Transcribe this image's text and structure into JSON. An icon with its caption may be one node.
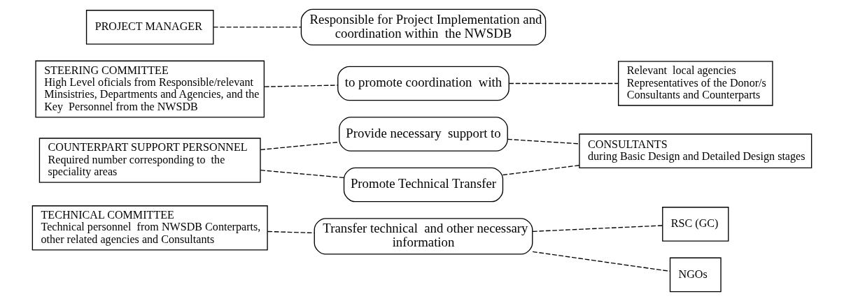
{
  "diagram": {
    "nodes": [
      {
        "text": [
          "PROJECT MANAGER"
        ]
      },
      {
        "text": [
          "Responsible for Project Implementation and coordination within  the NWSDB"
        ]
      },
      {
        "text": [
          "STEERING COMMITTEE",
          "High Level oficials from Responsible/relevant Minsistries, Departments and Agencies, and the Key  Personnel from the NWSDB"
        ]
      },
      {
        "text": [
          "to promote coordination  with"
        ]
      },
      {
        "text": [
          "Relevant  local agencies",
          "Representatives of the Donor/s",
          "Consultants and Counterparts"
        ]
      },
      {
        "text": [
          "COUNTERPART SUPPORT PERSONNEL",
          "Required number corresponding to  the speciality areas"
        ]
      },
      {
        "text": [
          "Provide necessary  support to"
        ]
      },
      {
        "text": [
          "Promote Technical Transfer"
        ]
      },
      {
        "text": [
          "CONSULTANTS",
          "during Basic Design and Detailed Design stages"
        ]
      },
      {
        "text": [
          "TECHNICAL COMMITTEE",
          "Technical personnel  from NWSDB Conterparts, other related agencies and Consultants"
        ]
      },
      {
        "text": [
          "Transfer technical  and other necessary information"
        ]
      },
      {
        "text": [
          "RSC (GC)"
        ]
      },
      {
        "text": [
          "NGOs"
        ]
      }
    ],
    "edges": [
      {
        "from": 0,
        "to": 1,
        "arrow": "none",
        "style": "dashed"
      },
      {
        "from": 2,
        "to": 3,
        "arrow": "none",
        "style": "dashed"
      },
      {
        "from": 3,
        "to": 4,
        "arrow": "none",
        "style": "dashed"
      },
      {
        "from": 5,
        "to": 6,
        "arrow": "none",
        "style": "dashed"
      },
      {
        "from": 5,
        "to": 7,
        "arrow": "none",
        "style": "dashed"
      },
      {
        "from": 6,
        "to": 8,
        "arrow": "none",
        "style": "dashed"
      },
      {
        "from": 7,
        "to": 8,
        "arrow": "none",
        "style": "dashed"
      },
      {
        "from": 9,
        "to": 10,
        "arrow": "none",
        "style": "dashed"
      },
      {
        "from": 10,
        "to": 11,
        "arrow": "none",
        "style": "dashed"
      },
      {
        "from": 10,
        "to": 12,
        "arrow": "none",
        "style": "dashed"
      }
    ]
  }
}
